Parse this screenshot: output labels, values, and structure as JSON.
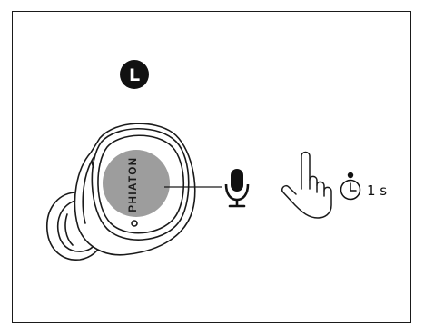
{
  "side_badge": {
    "letter": "L",
    "color": "#111111"
  },
  "earbud": {
    "brand": "PHIATON",
    "touch_pad_color": "#9d9d9d",
    "outline_color": "#1a1a1a"
  },
  "action": {
    "icons": [
      "microphone-icon",
      "tap-hand-icon",
      "stopwatch-icon"
    ],
    "duration_label": "1 s"
  }
}
